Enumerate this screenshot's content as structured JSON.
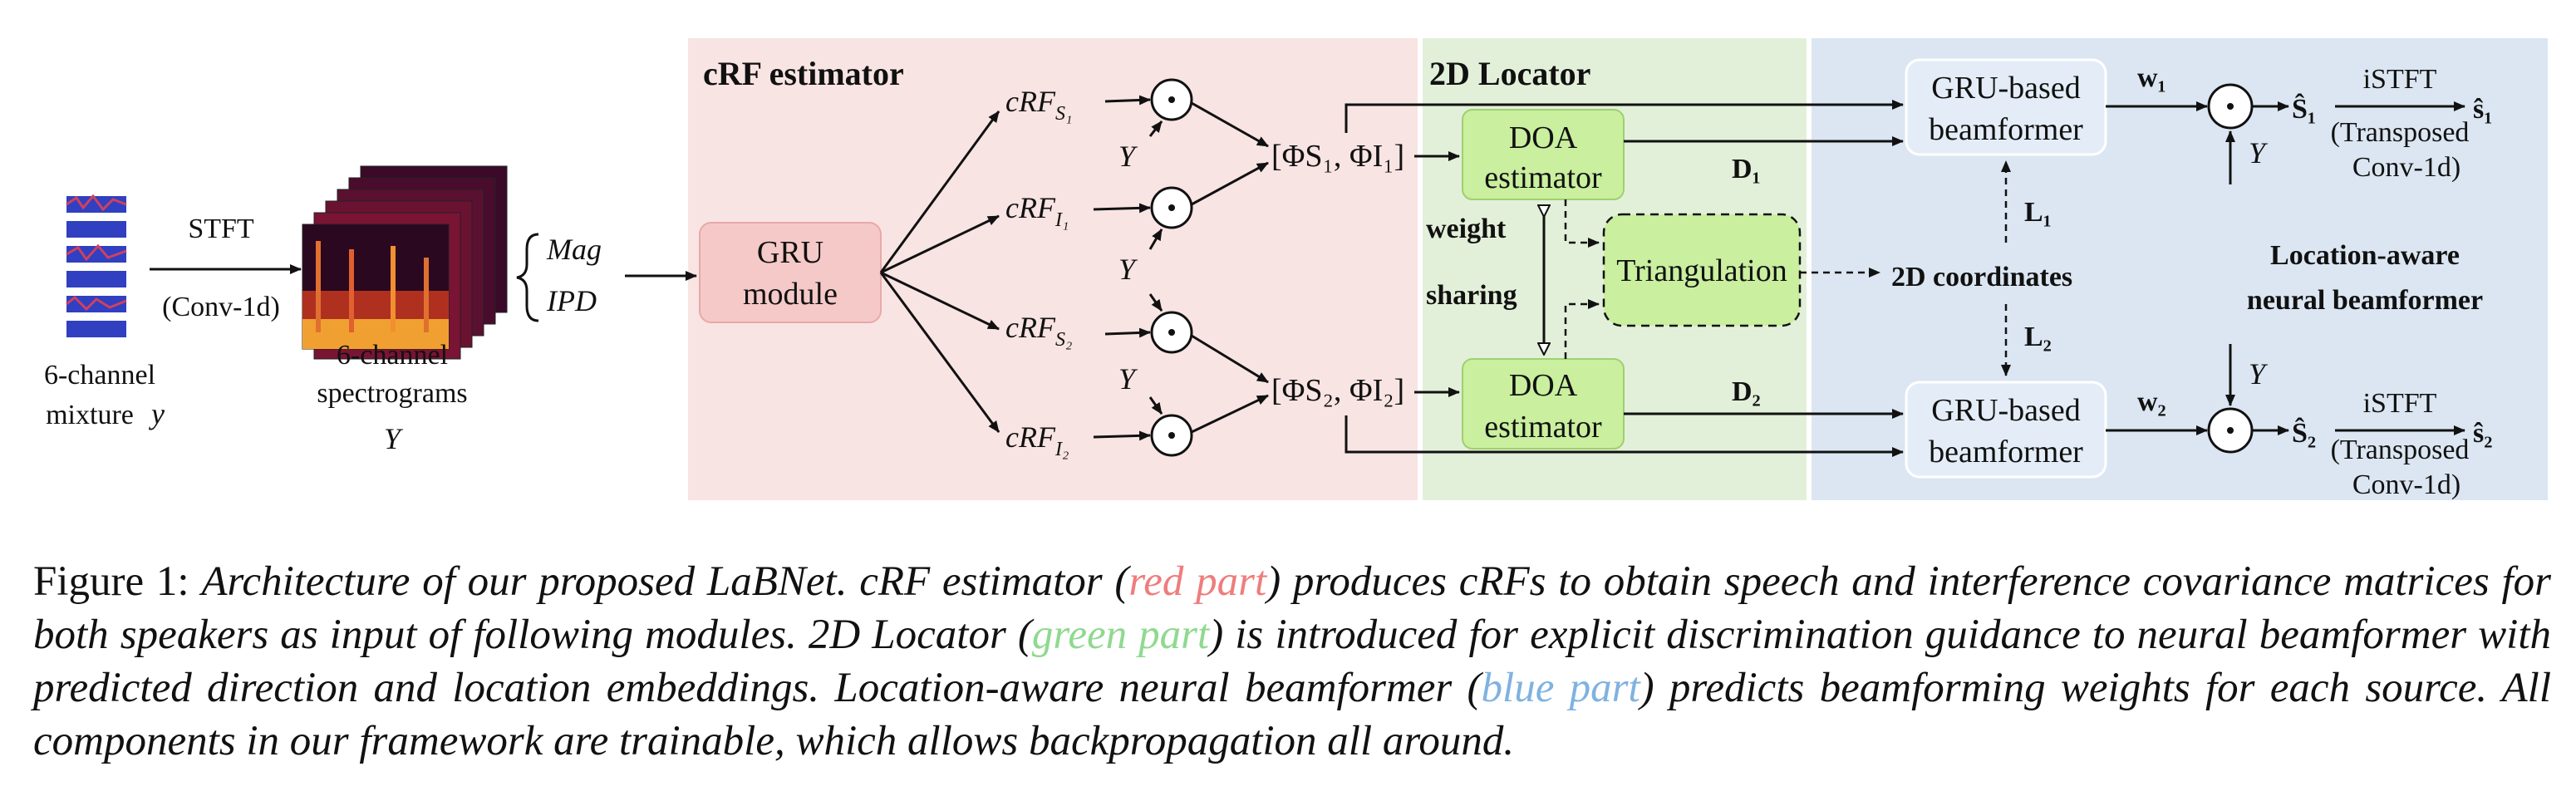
{
  "figure": {
    "input": {
      "stft": "STFT",
      "conv1d": "(Conv-1d)",
      "mixture_label_1": "6-channel",
      "mixture_label_2": "mixture",
      "mixture_symbol": "y",
      "spec_label_1": "6-channel",
      "spec_label_2": "spectrograms",
      "spec_symbol": "Y",
      "mag": "Mag",
      "ipd": "IPD"
    },
    "crf": {
      "title": "cRF estimator",
      "gru_1": "GRU",
      "gru_2": "module",
      "crf_s1": "cRF",
      "crf_s1_sub": "S₁",
      "crf_i1": "cRF",
      "crf_i1_sub": "I₁",
      "crf_s2": "cRF",
      "crf_s2_sub": "S₂",
      "crf_i2": "cRF",
      "crf_i2_sub": "I₂",
      "y1": "Y",
      "y2": "Y",
      "y3": "Y",
      "dot": "⊙",
      "phi1": "[ΦS₁, ΦI₁]",
      "phi2": "[ΦS₂, ΦI₂]"
    },
    "locator": {
      "title": "2D Locator",
      "doa1_1": "DOA",
      "doa1_2": "estimator",
      "doa2_1": "DOA",
      "doa2_2": "estimator",
      "weight": "weight",
      "sharing": "sharing",
      "triangulation": "Triangulation",
      "d1": "D₁",
      "d2": "D₂",
      "coords": "2D coordinates"
    },
    "beamformer": {
      "gru_bf1_1": "GRU-based",
      "gru_bf1_2": "beamformer",
      "gru_bf2_1": "GRU-based",
      "gru_bf2_2": "beamformer",
      "l1": "L₁",
      "l2": "L₂",
      "w1": "w₁",
      "w2": "w₂",
      "y_top": "Y",
      "y_bot": "Y",
      "shat1": "Ŝ₁",
      "shat2": "Ŝ₂",
      "istft1": "iSTFT",
      "istft2": "iSTFT",
      "transposed1_1": "(Transposed",
      "transposed1_2": "Conv-1d)",
      "transposed2_1": "(Transposed",
      "transposed2_2": "Conv-1d)",
      "out1": "ŝ₁",
      "out2": "ŝ₂",
      "title_1": "Location-aware",
      "title_2": "neural beamformer"
    },
    "colors": {
      "red_panel": "#f8e4e3",
      "green_panel": "#e3f0d9",
      "blue_panel": "#dbe6f2",
      "gru_box": "#f5c9c8",
      "doa_box": "#c9ef9f",
      "bf_box": "#e4edf7"
    }
  },
  "caption": {
    "prefix": "Figure 1:",
    "p1": "Architecture of our proposed LaBNet. cRF estimator (",
    "red": "red part",
    "p2": ") produces cRFs to obtain speech and interference covariance matrices for both speakers as input of following modules. 2D Locator (",
    "green": "green part",
    "p3": ") is introduced for explicit discrimination guidance to neural beamformer with predicted direction and location embeddings. Location-aware neural beamformer (",
    "blue": "blue part",
    "p4": ") predicts beamforming weights for each source. All components in our framework are trainable, which allows backpropagation all around."
  }
}
